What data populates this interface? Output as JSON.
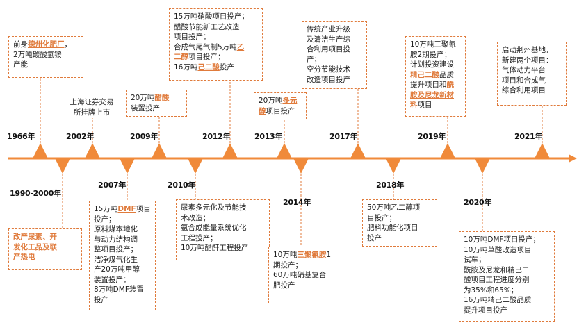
{
  "colors": {
    "accent": "#e07b3c",
    "box_border": "#e07b3c",
    "axis": "#f08a3a"
  },
  "timeline": [
    {
      "year": "1966年",
      "text": [
        "前身[[德州化肥厂]]，",
        "2万吨碳酸氢铵",
        "产能"
      ]
    },
    {
      "year": "1990-2000年",
      "text": [
        "{{改产尿素、开}}",
        "{{发化工品及联}}",
        "{{产热电}}"
      ]
    },
    {
      "year": "2002年",
      "text": [
        "上海证券交易",
        "所挂牌上市"
      ]
    },
    {
      "year": "2007年",
      "text": [
        "15万吨[[DMF]]项目",
        "投产；",
        "原料煤本地化",
        "与动力结构调",
        "整项目投产；",
        "洁净煤气化生",
        "产20万吨甲醇",
        "装置投产；",
        "8万吨DMF装置",
        "投产"
      ]
    },
    {
      "year": "2009年",
      "text": [
        "20万吨[[醋酸]]",
        "装置投产"
      ]
    },
    {
      "year": "2010年",
      "text": [
        "尿素多元化及节能技",
        "术改造；",
        "氨合成能量系统优化",
        "工程投产；",
        "10万吨醋酐工程投产"
      ]
    },
    {
      "year": "2012年",
      "text": [
        "15万吨硝酸项目投产；",
        "醋酸节能新工艺改造",
        "项目投产；",
        "合成气尾气制5万吨[[乙]]",
        "[[二醇]]项目投产；",
        "16万吨[[己二酸]]投产"
      ]
    },
    {
      "year": "2013年",
      "text": [
        "20万吨[[多元]]",
        "[[醇]]项目投产"
      ]
    },
    {
      "year": "2014年",
      "text": [
        "10万吨[[三聚氰胺]]1",
        "期投产；",
        "60万吨硝基复合",
        "肥投产"
      ]
    },
    {
      "year": "2017年",
      "text": [
        "传统产业升级",
        "及清洁生产综",
        "合利用项目投",
        "产；",
        "空分节能技术",
        "改造项目投产"
      ]
    },
    {
      "year": "2018年",
      "text": [
        "50万吨乙二醇项",
        "目投产；",
        "肥料功能化项目",
        "投产"
      ]
    },
    {
      "year": "2019年",
      "text": [
        "10万吨三聚氰",
        "胺2期投产；",
        "计划投资建设",
        "[[精己二酸]]品质",
        "提升项目和[[酰]]",
        "[[胺及尼龙新材]]",
        "[[料]]项目"
      ]
    },
    {
      "year": "2020年",
      "text": [
        "10万吨DMF项目投产；",
        "10万吨草酸改造项目",
        "试车；",
        "酰胺及尼龙和精己二",
        "酸项目工程进度分别",
        "为35%和65%；",
        "16万吨精己二酸品质",
        "提升项目投产"
      ]
    },
    {
      "year": "2021年",
      "text": [
        "启动荆州基地，",
        "新建两个项目：",
        "气体动力平台",
        "项目和合成气",
        "综合利用项目"
      ]
    }
  ]
}
